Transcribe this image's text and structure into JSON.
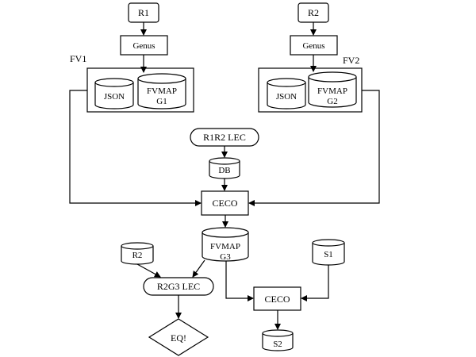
{
  "nodes": {
    "r1": "R1",
    "r2_top": "R2",
    "genus_left": "Genus",
    "genus_right": "Genus",
    "fv1": "FV1",
    "fv2": "FV2",
    "json_left": "JSON",
    "json_right": "JSON",
    "fvmap_g1": [
      "FVMAP",
      "G1"
    ],
    "fvmap_g2": [
      "FVMAP",
      "G2"
    ],
    "r1r2_lec": "R1R2 LEC",
    "db": "DB",
    "ceco_main": "CECO",
    "fvmap_g3": [
      "FVMAP",
      "G3"
    ],
    "r2_bottom": "R2",
    "s1": "S1",
    "r2g3_lec": "R2G3 LEC",
    "ceco_bottom": "CECO",
    "eq": "EQ!",
    "s2": "S2"
  },
  "colors": {
    "stroke": "#000000",
    "fill": "#ffffff"
  }
}
